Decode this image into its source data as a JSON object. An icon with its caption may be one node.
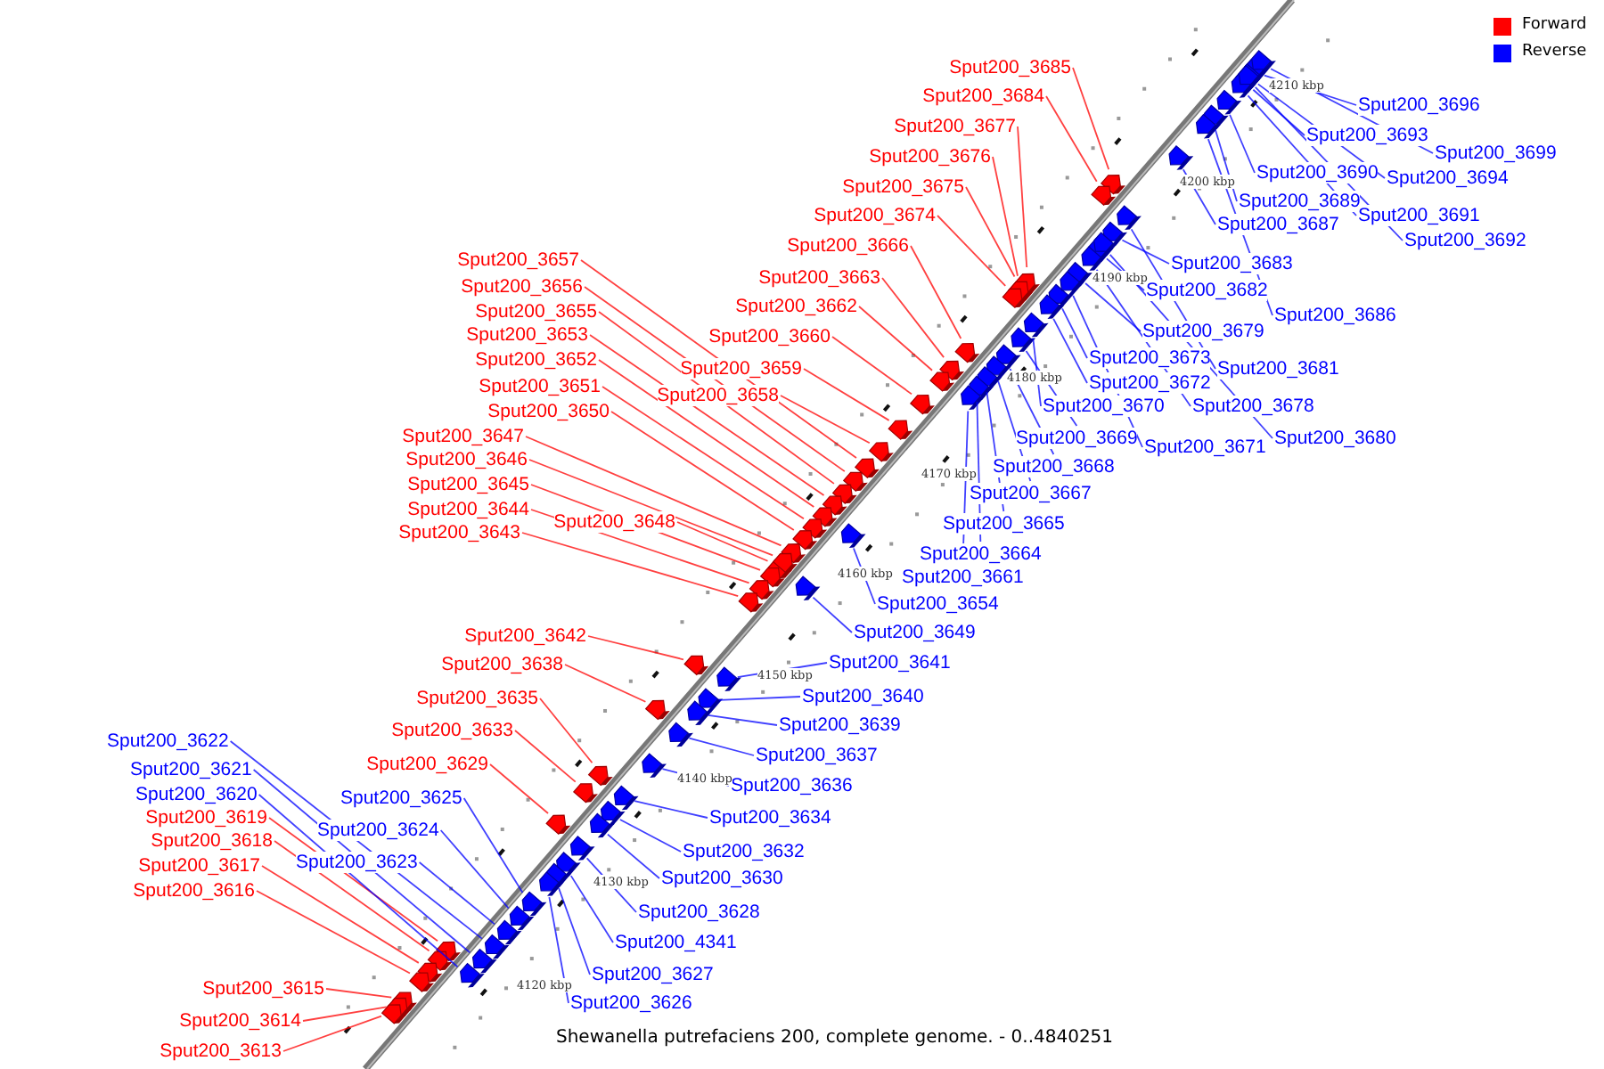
{
  "diagram": {
    "caption": "Shewanella putrefaciens 200, complete genome. - 0..4840251",
    "nodes": [
      {
        "text": [
          "Sput200_3685"
        ]
      },
      {
        "text": [
          "Sput200_3684"
        ]
      },
      {
        "text": [
          "Sput200_3677"
        ]
      },
      {
        "text": [
          "Sput200_3676"
        ]
      },
      {
        "text": [
          "Sput200_3675"
        ]
      },
      {
        "text": [
          "Sput200_3674"
        ]
      },
      {
        "text": [
          "Sput200_3666"
        ]
      },
      {
        "text": [
          "Sput200_3663"
        ]
      },
      {
        "text": [
          "Sput200_3662"
        ]
      },
      {
        "text": [
          "Sput200_3660"
        ]
      },
      {
        "text": [
          "Sput200_3659"
        ]
      },
      {
        "text": [
          "Sput200_3658"
        ]
      },
      {
        "text": [
          "Sput200_3657"
        ]
      },
      {
        "text": [
          "Sput200_3656"
        ]
      },
      {
        "text": [
          "Sput200_3655"
        ]
      },
      {
        "text": [
          "Sput200_3653"
        ]
      },
      {
        "text": [
          "Sput200_3652"
        ]
      },
      {
        "text": [
          "Sput200_3651"
        ]
      },
      {
        "text": [
          "Sput200_3650"
        ]
      },
      {
        "text": [
          "Sput200_3648"
        ]
      },
      {
        "text": [
          "Sput200_3647"
        ]
      },
      {
        "text": [
          "Sput200_3646"
        ]
      },
      {
        "text": [
          "Sput200_3645"
        ]
      },
      {
        "text": [
          "Sput200_3644"
        ]
      },
      {
        "text": [
          "Sput200_3643"
        ]
      },
      {
        "text": [
          "Sput200_3642"
        ]
      },
      {
        "text": [
          "Sput200_3638"
        ]
      },
      {
        "text": [
          "Sput200_3635"
        ]
      },
      {
        "text": [
          "Sput200_3633"
        ]
      },
      {
        "text": [
          "Sput200_3629"
        ]
      },
      {
        "text": [
          "Sput200_3619"
        ]
      },
      {
        "text": [
          "Sput200_3618"
        ]
      },
      {
        "text": [
          "Sput200_3617"
        ]
      },
      {
        "text": [
          "Sput200_3616"
        ]
      },
      {
        "text": [
          "Sput200_3615"
        ]
      },
      {
        "text": [
          "Sput200_3614"
        ]
      },
      {
        "text": [
          "Sput200_3613"
        ]
      },
      {
        "text": [
          "Sput200_3696"
        ]
      },
      {
        "text": [
          "Sput200_3693"
        ]
      },
      {
        "text": [
          "Sput200_3699"
        ]
      },
      {
        "text": [
          "Sput200_3690"
        ]
      },
      {
        "text": [
          "Sput200_3694"
        ]
      },
      {
        "text": [
          "Sput200_3689"
        ]
      },
      {
        "text": [
          "Sput200_3687"
        ]
      },
      {
        "text": [
          "Sput200_3691"
        ]
      },
      {
        "text": [
          "Sput200_3692"
        ]
      },
      {
        "text": [
          "Sput200_3683"
        ]
      },
      {
        "text": [
          "Sput200_3682"
        ]
      },
      {
        "text": [
          "Sput200_3686"
        ]
      },
      {
        "text": [
          "Sput200_3679"
        ]
      },
      {
        "text": [
          "Sput200_3673"
        ]
      },
      {
        "text": [
          "Sput200_3681"
        ]
      },
      {
        "text": [
          "Sput200_3672"
        ]
      },
      {
        "text": [
          "Sput200_3670"
        ]
      },
      {
        "text": [
          "Sput200_3678"
        ]
      },
      {
        "text": [
          "Sput200_3669"
        ]
      },
      {
        "text": [
          "Sput200_3671"
        ]
      },
      {
        "text": [
          "Sput200_3680"
        ]
      },
      {
        "text": [
          "Sput200_3668"
        ]
      },
      {
        "text": [
          "Sput200_3667"
        ]
      },
      {
        "text": [
          "Sput200_3665"
        ]
      },
      {
        "text": [
          "Sput200_3664"
        ]
      },
      {
        "text": [
          "Sput200_3661"
        ]
      },
      {
        "text": [
          "Sput200_3654"
        ]
      },
      {
        "text": [
          "Sput200_3649"
        ]
      },
      {
        "text": [
          "Sput200_3641"
        ]
      },
      {
        "text": [
          "Sput200_3640"
        ]
      },
      {
        "text": [
          "Sput200_3639"
        ]
      },
      {
        "text": [
          "Sput200_3637"
        ]
      },
      {
        "text": [
          "Sput200_3636"
        ]
      },
      {
        "text": [
          "Sput200_3634"
        ]
      },
      {
        "text": [
          "Sput200_3632"
        ]
      },
      {
        "text": [
          "Sput200_3630"
        ]
      },
      {
        "text": [
          "Sput200_3628"
        ]
      },
      {
        "text": [
          "Sput200_4341"
        ]
      },
      {
        "text": [
          "Sput200_3627"
        ]
      },
      {
        "text": [
          "Sput200_3626"
        ]
      },
      {
        "text": [
          "Sput200_3622"
        ]
      },
      {
        "text": [
          "Sput200_3621"
        ]
      },
      {
        "text": [
          "Sput200_3620"
        ]
      },
      {
        "text": [
          "Sput200_3625"
        ]
      },
      {
        "text": [
          "Sput200_3624"
        ]
      },
      {
        "text": [
          "Sput200_3623"
        ]
      },
      {
        "text": [],
        "shape": "pentagon"
      },
      {
        "text": [],
        "shape": "pentagon"
      },
      {
        "text": [],
        "shape": "pentagon"
      },
      {
        "text": [],
        "shape": "pentagon"
      },
      {
        "text": [],
        "shape": "pentagon"
      },
      {
        "text": [],
        "shape": "pentagon"
      },
      {
        "text": [],
        "shape": "pentagon"
      },
      {
        "text": [],
        "shape": "pentagon"
      },
      {
        "text": [],
        "shape": "pentagon"
      },
      {
        "text": [],
        "shape": "pentagon"
      },
      {
        "text": [],
        "shape": "pentagon"
      },
      {
        "text": [],
        "shape": "pentagon"
      },
      {
        "text": [],
        "shape": "pentagon"
      },
      {
        "text": [],
        "shape": "pentagon"
      },
      {
        "text": [],
        "shape": "pentagon"
      },
      {
        "text": [],
        "shape": "pentagon"
      },
      {
        "text": [],
        "shape": "pentagon"
      },
      {
        "text": [],
        "shape": "pentagon"
      },
      {
        "text": [],
        "shape": "pentagon"
      },
      {
        "text": [],
        "shape": "pentagon"
      },
      {
        "text": [],
        "shape": "pentagon"
      },
      {
        "text": [],
        "shape": "pentagon"
      },
      {
        "text": [],
        "shape": "pentagon"
      },
      {
        "text": [],
        "shape": "pentagon"
      },
      {
        "text": [],
        "shape": "pentagon"
      },
      {
        "text": [],
        "shape": "pentagon"
      },
      {
        "text": [],
        "shape": "pentagon"
      },
      {
        "text": [],
        "shape": "pentagon"
      },
      {
        "text": [],
        "shape": "pentagon"
      },
      {
        "text": [],
        "shape": "pentagon"
      },
      {
        "text": [],
        "shape": "pentagon"
      },
      {
        "text": [],
        "shape": "pentagon"
      },
      {
        "text": [],
        "shape": "pentagon"
      },
      {
        "text": [],
        "shape": "pentagon"
      },
      {
        "text": [],
        "shape": "pentagon"
      },
      {
        "text": [],
        "shape": "pentagon"
      },
      {
        "text": [],
        "shape": "pentagon"
      },
      {
        "text": [],
        "shape": "pentagon"
      },
      {
        "text": [],
        "shape": "pentagon"
      },
      {
        "text": [],
        "shape": "pentagon"
      },
      {
        "text": [],
        "shape": "pentagon"
      },
      {
        "text": [],
        "shape": "pentagon"
      },
      {
        "text": [],
        "shape": "pentagon"
      },
      {
        "text": [],
        "shape": "pentagon"
      },
      {
        "text": [],
        "shape": "pentagon"
      },
      {
        "text": [],
        "shape": "pentagon"
      },
      {
        "text": [],
        "shape": "pentagon"
      },
      {
        "text": [],
        "shape": "pentagon"
      },
      {
        "text": [],
        "shape": "pentagon"
      },
      {
        "text": [],
        "shape": "pentagon"
      },
      {
        "text": [],
        "shape": "pentagon"
      },
      {
        "text": [],
        "shape": "pentagon"
      },
      {
        "text": [],
        "shape": "pentagon"
      },
      {
        "text": [],
        "shape": "pentagon"
      },
      {
        "text": [],
        "shape": "pentagon"
      },
      {
        "text": [],
        "shape": "pentagon"
      },
      {
        "text": [],
        "shape": "pentagon"
      },
      {
        "text": [],
        "shape": "pentagon"
      },
      {
        "text": [],
        "shape": "pentagon"
      },
      {
        "text": [],
        "shape": "pentagon"
      },
      {
        "text": [],
        "shape": "pentagon"
      },
      {
        "text": [],
        "shape": "pentagon"
      },
      {
        "text": [],
        "shape": "pentagon"
      },
      {
        "text": [],
        "shape": "pentagon"
      },
      {
        "text": [],
        "shape": "pentagon"
      },
      {
        "text": [],
        "shape": "pentagon"
      },
      {
        "text": [],
        "shape": "pentagon"
      },
      {
        "text": [],
        "shape": "pentagon"
      },
      {
        "text": [],
        "shape": "pentagon"
      },
      {
        "text": [],
        "shape": "pentagon"
      },
      {
        "text": [],
        "shape": "pentagon"
      },
      {
        "text": [],
        "shape": "pentagon"
      },
      {
        "text": [],
        "shape": "pentagon"
      },
      {
        "text": [],
        "shape": "pentagon"
      },
      {
        "text": [],
        "shape": "pentagon"
      },
      {
        "text": [],
        "shape": "pentagon"
      },
      {
        "text": [],
        "shape": "pentagon"
      },
      {
        "text": [],
        "shape": "pentagon"
      },
      {
        "text": [],
        "shape": "pentagon"
      },
      {
        "text": [],
        "shape": "pentagon"
      },
      {
        "text": [],
        "shape": "pentagon"
      },
      {
        "text": [],
        "shape": "pentagon"
      },
      {
        "text": [],
        "shape": "pentagon"
      }
    ],
    "edges": [
      {
        "from": 0,
        "to": 83,
        "arrow": "none",
        "color": "#ff0000"
      },
      {
        "from": 1,
        "to": 84,
        "arrow": "none",
        "color": "#ff0000"
      },
      {
        "from": 2,
        "to": 85,
        "arrow": "none",
        "color": "#ff0000"
      },
      {
        "from": 3,
        "to": 86,
        "arrow": "none",
        "color": "#ff0000"
      },
      {
        "from": 4,
        "to": 87,
        "arrow": "none",
        "color": "#ff0000"
      },
      {
        "from": 5,
        "to": 88,
        "arrow": "none",
        "color": "#ff0000"
      },
      {
        "from": 6,
        "to": 89,
        "arrow": "none",
        "color": "#ff0000"
      },
      {
        "from": 7,
        "to": 90,
        "arrow": "none",
        "color": "#ff0000"
      },
      {
        "from": 8,
        "to": 91,
        "arrow": "none",
        "color": "#ff0000"
      },
      {
        "from": 9,
        "to": 92,
        "arrow": "none",
        "color": "#ff0000"
      },
      {
        "from": 10,
        "to": 93,
        "arrow": "none",
        "color": "#ff0000"
      },
      {
        "from": 11,
        "to": 94,
        "arrow": "none",
        "color": "#ff0000"
      },
      {
        "from": 12,
        "to": 95,
        "arrow": "none",
        "color": "#ff0000"
      },
      {
        "from": 13,
        "to": 96,
        "arrow": "none",
        "color": "#ff0000"
      },
      {
        "from": 14,
        "to": 97,
        "arrow": "none",
        "color": "#ff0000"
      },
      {
        "from": 15,
        "to": 98,
        "arrow": "none",
        "color": "#ff0000"
      },
      {
        "from": 16,
        "to": 99,
        "arrow": "none",
        "color": "#ff0000"
      },
      {
        "from": 17,
        "to": 100,
        "arrow": "none",
        "color": "#ff0000"
      },
      {
        "from": 18,
        "to": 101,
        "arrow": "none",
        "color": "#ff0000"
      },
      {
        "from": 19,
        "to": 102,
        "arrow": "none",
        "color": "#ff0000"
      },
      {
        "from": 20,
        "to": 103,
        "arrow": "none",
        "color": "#ff0000"
      },
      {
        "from": 21,
        "to": 104,
        "arrow": "none",
        "color": "#ff0000"
      },
      {
        "from": 22,
        "to": 105,
        "arrow": "none",
        "color": "#ff0000"
      },
      {
        "from": 23,
        "to": 106,
        "arrow": "none",
        "color": "#ff0000"
      },
      {
        "from": 24,
        "to": 107,
        "arrow": "none",
        "color": "#ff0000"
      },
      {
        "from": 25,
        "to": 108,
        "arrow": "none",
        "color": "#ff0000"
      },
      {
        "from": 26,
        "to": 109,
        "arrow": "none",
        "color": "#ff0000"
      },
      {
        "from": 27,
        "to": 110,
        "arrow": "none",
        "color": "#ff0000"
      },
      {
        "from": 28,
        "to": 111,
        "arrow": "none",
        "color": "#ff0000"
      },
      {
        "from": 29,
        "to": 112,
        "arrow": "none",
        "color": "#ff0000"
      },
      {
        "from": 30,
        "to": 113,
        "arrow": "none",
        "color": "#ff0000"
      },
      {
        "from": 31,
        "to": 114,
        "arrow": "none",
        "color": "#ff0000"
      },
      {
        "from": 32,
        "to": 115,
        "arrow": "none",
        "color": "#ff0000"
      },
      {
        "from": 33,
        "to": 116,
        "arrow": "none",
        "color": "#ff0000"
      },
      {
        "from": 34,
        "to": 117,
        "arrow": "none",
        "color": "#ff0000"
      },
      {
        "from": 35,
        "to": 118,
        "arrow": "none",
        "color": "#ff0000"
      },
      {
        "from": 36,
        "to": 119,
        "arrow": "none",
        "color": "#ff0000"
      },
      {
        "from": 37,
        "to": 120,
        "arrow": "none",
        "color": "#0000ff"
      },
      {
        "from": 38,
        "to": 121,
        "arrow": "none",
        "color": "#0000ff"
      },
      {
        "from": 39,
        "to": 122,
        "arrow": "none",
        "color": "#0000ff"
      },
      {
        "from": 40,
        "to": 123,
        "arrow": "none",
        "color": "#0000ff"
      },
      {
        "from": 41,
        "to": 124,
        "arrow": "none",
        "color": "#0000ff"
      },
      {
        "from": 42,
        "to": 125,
        "arrow": "none",
        "color": "#0000ff"
      },
      {
        "from": 43,
        "to": 126,
        "arrow": "none",
        "color": "#0000ff"
      },
      {
        "from": 44,
        "to": 127,
        "arrow": "none",
        "color": "#0000ff"
      },
      {
        "from": 45,
        "to": 128,
        "arrow": "none",
        "color": "#0000ff"
      },
      {
        "from": 46,
        "to": 129,
        "arrow": "none",
        "color": "#0000ff"
      },
      {
        "from": 47,
        "to": 130,
        "arrow": "none",
        "color": "#0000ff"
      },
      {
        "from": 48,
        "to": 131,
        "arrow": "none",
        "color": "#0000ff"
      },
      {
        "from": 49,
        "to": 132,
        "arrow": "none",
        "color": "#0000ff"
      },
      {
        "from": 50,
        "to": 133,
        "arrow": "none",
        "color": "#0000ff"
      },
      {
        "from": 51,
        "to": 134,
        "arrow": "none",
        "color": "#0000ff"
      },
      {
        "from": 52,
        "to": 135,
        "arrow": "none",
        "color": "#0000ff"
      },
      {
        "from": 53,
        "to": 136,
        "arrow": "none",
        "color": "#0000ff"
      },
      {
        "from": 54,
        "to": 137,
        "arrow": "none",
        "color": "#0000ff"
      },
      {
        "from": 55,
        "to": 138,
        "arrow": "none",
        "color": "#0000ff"
      },
      {
        "from": 56,
        "to": 139,
        "arrow": "none",
        "color": "#0000ff"
      },
      {
        "from": 57,
        "to": 140,
        "arrow": "none",
        "color": "#0000ff"
      },
      {
        "from": 58,
        "to": 141,
        "arrow": "none",
        "color": "#0000ff"
      },
      {
        "from": 59,
        "to": 142,
        "arrow": "none",
        "color": "#0000ff"
      },
      {
        "from": 60,
        "to": 143,
        "arrow": "none",
        "color": "#0000ff"
      },
      {
        "from": 61,
        "to": 144,
        "arrow": "none",
        "color": "#0000ff"
      },
      {
        "from": 62,
        "to": 145,
        "arrow": "none",
        "color": "#0000ff"
      },
      {
        "from": 63,
        "to": 146,
        "arrow": "none",
        "color": "#0000ff"
      },
      {
        "from": 64,
        "to": 147,
        "arrow": "none",
        "color": "#0000ff"
      },
      {
        "from": 65,
        "to": 148,
        "arrow": "none",
        "color": "#0000ff"
      },
      {
        "from": 66,
        "to": 149,
        "arrow": "none",
        "color": "#0000ff"
      },
      {
        "from": 67,
        "to": 150,
        "arrow": "none",
        "color": "#0000ff"
      },
      {
        "from": 68,
        "to": 151,
        "arrow": "none",
        "color": "#0000ff"
      },
      {
        "from": 69,
        "to": 152,
        "arrow": "none",
        "color": "#0000ff"
      },
      {
        "from": 70,
        "to": 153,
        "arrow": "none",
        "color": "#0000ff"
      },
      {
        "from": 71,
        "to": 154,
        "arrow": "none",
        "color": "#0000ff"
      },
      {
        "from": 72,
        "to": 155,
        "arrow": "none",
        "color": "#0000ff"
      },
      {
        "from": 73,
        "to": 156,
        "arrow": "none",
        "color": "#0000ff"
      },
      {
        "from": 74,
        "to": 157,
        "arrow": "none",
        "color": "#0000ff"
      },
      {
        "from": 75,
        "to": 158,
        "arrow": "none",
        "color": "#0000ff"
      },
      {
        "from": 76,
        "to": 159,
        "arrow": "none",
        "color": "#0000ff"
      },
      {
        "from": 77,
        "to": 160,
        "arrow": "none",
        "color": "#0000ff"
      },
      {
        "from": 78,
        "to": 161,
        "arrow": "none",
        "color": "#0000ff"
      },
      {
        "from": 79,
        "to": 162,
        "arrow": "none",
        "color": "#0000ff"
      },
      {
        "from": 80,
        "to": 163,
        "arrow": "none",
        "color": "#0000ff"
      },
      {
        "from": 81,
        "to": 164,
        "arrow": "none",
        "color": "#0000ff"
      },
      {
        "from": 82,
        "to": 165,
        "arrow": "none",
        "color": "#0000ff"
      }
    ],
    "labels": [
      "4210 kbp",
      "4200 kbp",
      "4190 kbp",
      "4180 kbp",
      "4170 kbp",
      "4160 kbp",
      "4150 kbp",
      "4140 kbp",
      "4130 kbp",
      "4120 kbp"
    ],
    "legend": [
      {
        "text": "Forward",
        "color": "#ff0000"
      },
      {
        "text": "Reverse",
        "color": "#0000ff"
      }
    ]
  }
}
